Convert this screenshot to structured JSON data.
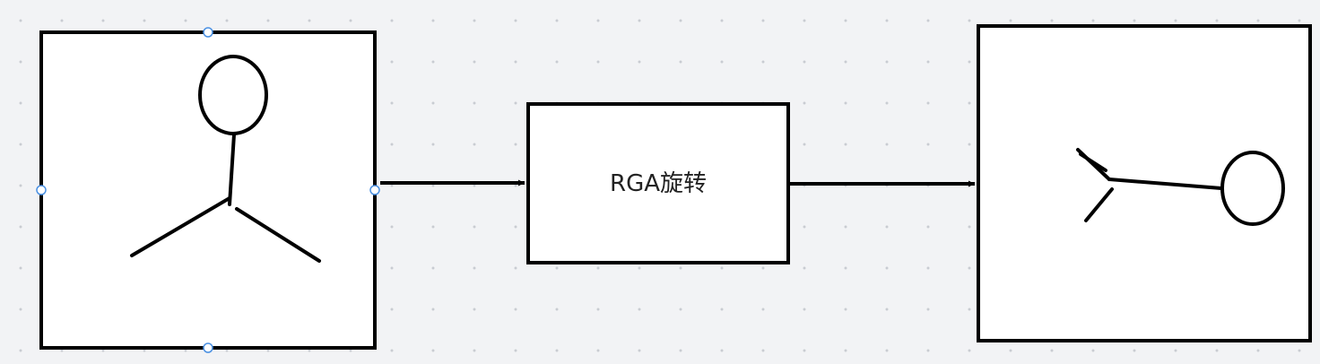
{
  "colors": {
    "canvas_background": "#f2f3f5",
    "grid_dot": "#c9ccd2",
    "stroke": "#000000",
    "box_fill": "#ffffff",
    "handle_stroke": "#4a90e2",
    "label_text": "#222222"
  },
  "diagram": {
    "nodes": [
      {
        "id": "source-image",
        "label": ""
      },
      {
        "id": "process",
        "label": "RGA旋转"
      },
      {
        "id": "result-image",
        "label": ""
      }
    ],
    "edges": [
      {
        "from": "source-image",
        "to": "process"
      },
      {
        "from": "process",
        "to": "result-image"
      }
    ],
    "selected_node": "source-image"
  }
}
